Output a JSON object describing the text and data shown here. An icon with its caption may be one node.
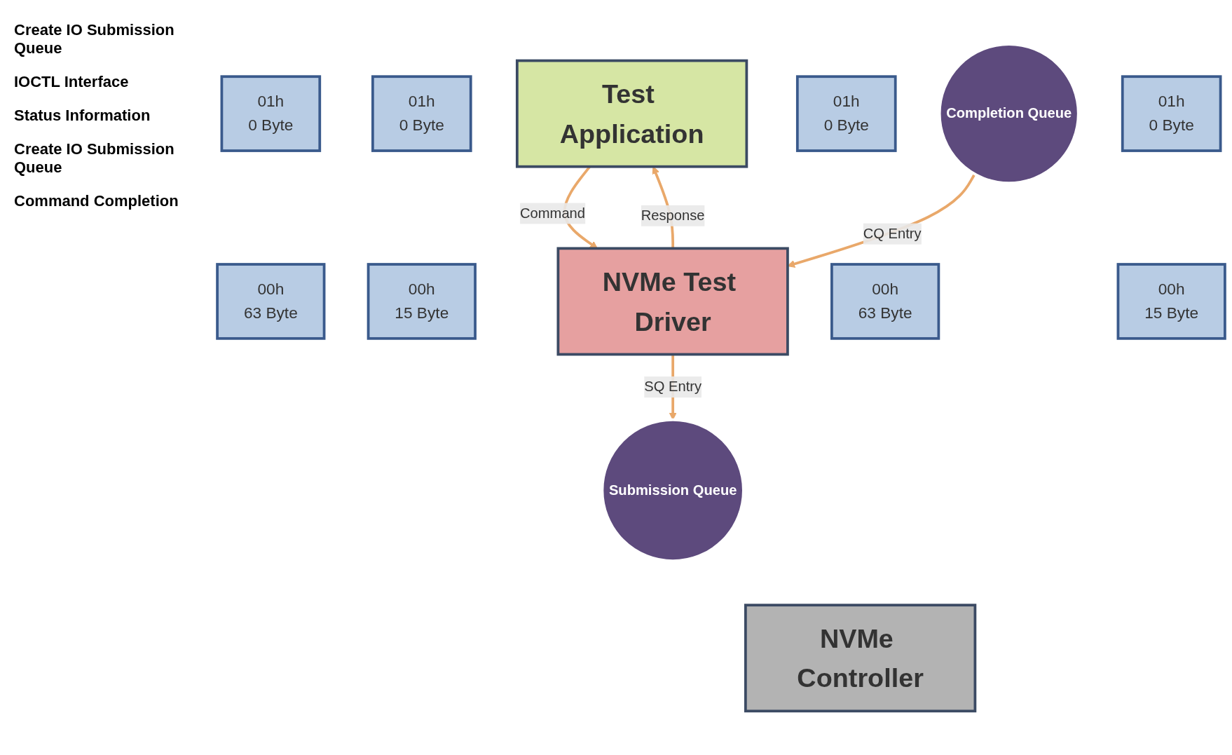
{
  "diagram": {
    "nodes": [
      {
        "text": [
          "Test Application"
        ]
      },
      {
        "text": [
          "01h",
          "0 Byte"
        ]
      },
      {
        "text": [
          "00h",
          "63 Byte"
        ]
      },
      {
        "text": [
          "01h",
          "0 Byte"
        ]
      },
      {
        "text": [
          "00h",
          "15 Byte"
        ]
      },
      {
        "text": [
          "NVMe Test Driver"
        ]
      },
      {
        "text": [
          "01h",
          "0 Byte"
        ]
      },
      {
        "text": [
          "00h",
          "63 Byte"
        ]
      },
      {
        "text": [
          "01h",
          "0 Byte"
        ]
      },
      {
        "text": [
          "00h",
          "15 Byte"
        ]
      },
      {
        "text": [
          "Submission Queue"
        ]
      },
      {
        "text": [
          "Completion Queue"
        ]
      },
      {
        "text": [
          "NVMe Controller"
        ]
      }
    ],
    "edges": [
      {
        "from": 0,
        "to": 5,
        "arrow": "to",
        "label": "Command"
      },
      {
        "from": 5,
        "to": 0,
        "arrow": "to",
        "label": "Response"
      },
      {
        "from": 5,
        "to": 10,
        "arrow": "to",
        "label": "SQ Entry"
      },
      {
        "from": 11,
        "to": 5,
        "arrow": "to",
        "label": "CQ Entry"
      }
    ],
    "labels": [
      "Create IO Submission Queue",
      "IOCTL Interface",
      "Status Information",
      "Create IO Submission Queue",
      "Command Completion"
    ]
  }
}
